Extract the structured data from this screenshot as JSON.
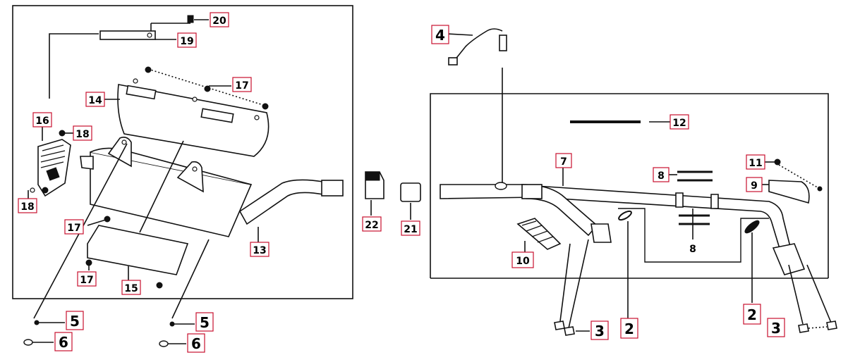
{
  "diagram": {
    "type": "exploded-parts-diagram",
    "callouts": [
      {
        "id": "c1",
        "label": "20"
      },
      {
        "id": "c2",
        "label": "19"
      },
      {
        "id": "c3",
        "label": "17"
      },
      {
        "id": "c4",
        "label": "14"
      },
      {
        "id": "c5",
        "label": "16"
      },
      {
        "id": "c6",
        "label": "18"
      },
      {
        "id": "c7",
        "label": "18"
      },
      {
        "id": "c8",
        "label": "17"
      },
      {
        "id": "c9",
        "label": "17"
      },
      {
        "id": "c10",
        "label": "15"
      },
      {
        "id": "c11",
        "label": "13"
      },
      {
        "id": "c12",
        "label": "5"
      },
      {
        "id": "c13",
        "label": "6"
      },
      {
        "id": "c14",
        "label": "5"
      },
      {
        "id": "c15",
        "label": "6"
      },
      {
        "id": "c16",
        "label": "22"
      },
      {
        "id": "c17",
        "label": "21"
      },
      {
        "id": "c18",
        "label": "4"
      },
      {
        "id": "c19",
        "label": "12"
      },
      {
        "id": "c20",
        "label": "7"
      },
      {
        "id": "c21",
        "label": "8"
      },
      {
        "id": "c22",
        "label": "8"
      },
      {
        "id": "c23",
        "label": "11"
      },
      {
        "id": "c24",
        "label": "9"
      },
      {
        "id": "c25",
        "label": "10"
      },
      {
        "id": "c26",
        "label": "3"
      },
      {
        "id": "c27",
        "label": "2"
      },
      {
        "id": "c28",
        "label": "2"
      },
      {
        "id": "c29",
        "label": "3"
      }
    ]
  }
}
